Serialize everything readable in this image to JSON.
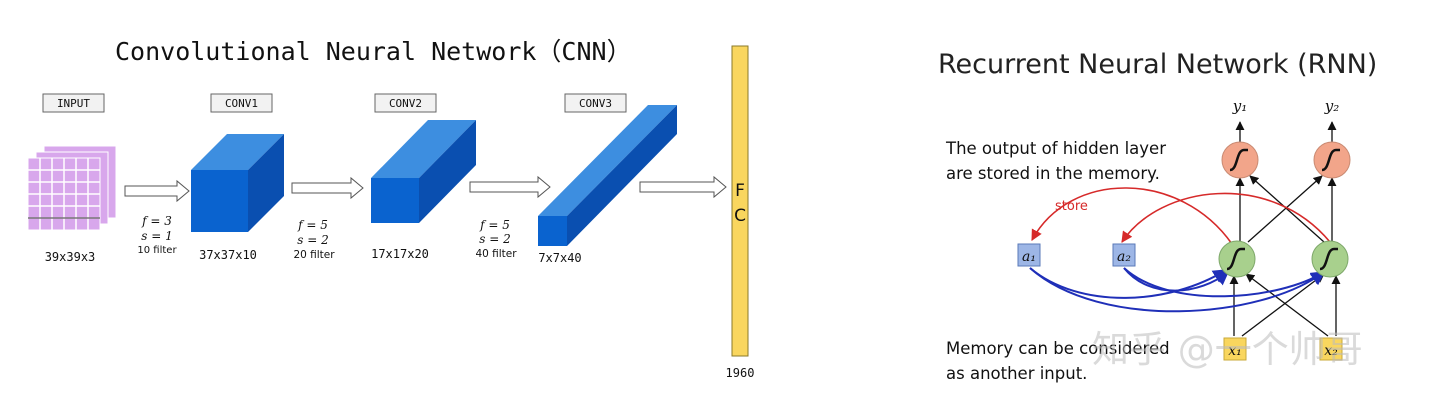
{
  "cnn": {
    "title": "Convolutional Neural Network（CNN）",
    "input_label": "INPUT",
    "input_dim": "39x39x3",
    "layers": [
      {
        "label": "CONV1",
        "dim": "37x37x10"
      },
      {
        "label": "CONV2",
        "dim": "17x17x20"
      },
      {
        "label": "CONV3",
        "dim": "7x7x40"
      }
    ],
    "params": [
      {
        "f": "f = 3",
        "s": "s = 1",
        "filters": "10 filter"
      },
      {
        "f": "f = 5",
        "s": "s = 2",
        "filters": "20 filter"
      },
      {
        "f": "f = 5",
        "s": "s = 2",
        "filters": "40 filter"
      }
    ],
    "fc_label_1": "F",
    "fc_label_2": "C",
    "fc_size": "1960"
  },
  "rnn": {
    "title": "Recurrent Neural Network (RNN)",
    "note_top_1": "The output of hidden layer",
    "note_top_2": "are stored in the memory.",
    "store_label": "store",
    "note_bottom_1": "Memory can be considered",
    "note_bottom_2": "as  another input.",
    "y1": "y₁",
    "y2": "y₂",
    "a1": "a₁",
    "a2": "a₂",
    "x1": "x₁",
    "x2": "x₂"
  },
  "watermark": "知乎 @一个帅哥",
  "colors": {
    "cube_front": "#0a63cf",
    "cube_top": "#3d8ee0",
    "cube_side": "#0a4fb0",
    "fc_fill": "#f9d65e",
    "input_grid": "#d8a7ec",
    "output_node": "#f2a58a",
    "hidden_node": "#a8d08d",
    "memory_node": "#9db6e6",
    "store_arrow": "#d62a2a",
    "memory_arrow": "#1f2fb8"
  }
}
